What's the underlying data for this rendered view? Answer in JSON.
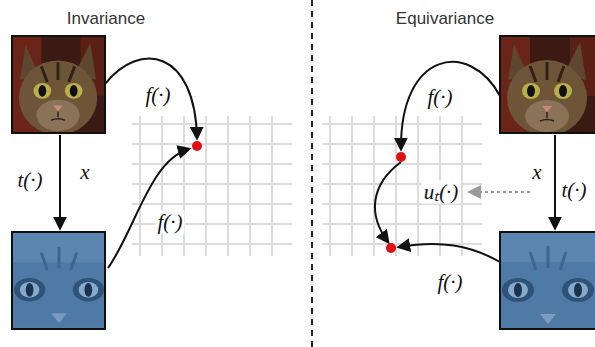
{
  "diagram": {
    "labels": [
      "Invariance",
      "f(·)",
      "t(·)",
      "x",
      "f(·)",
      "Equivariance",
      "f(·)",
      "uₜ(·)",
      "t(·)",
      "x",
      "f(·)"
    ]
  }
}
